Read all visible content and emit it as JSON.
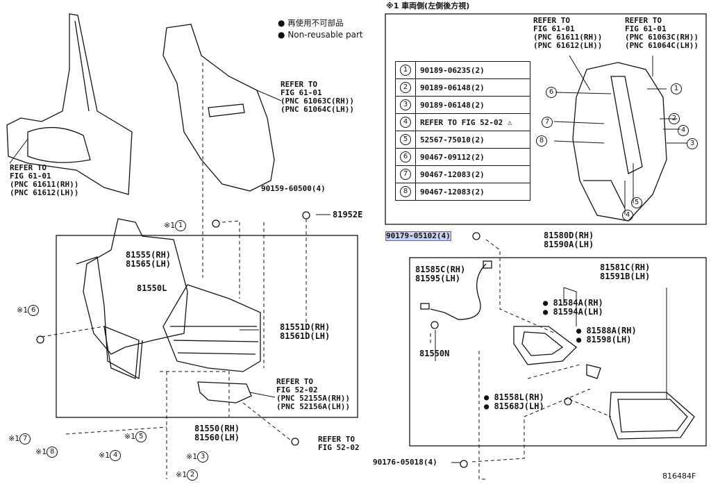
{
  "legend": {
    "bullet_ja": "再使用不可部品",
    "bullet_en": "Non-reusable part"
  },
  "inset": {
    "title": "※1 車両側(左側後方視)",
    "table": [
      {
        "num": "1",
        "value": "90189-06235(2)"
      },
      {
        "num": "2",
        "value": "90189-06148(2)"
      },
      {
        "num": "3",
        "value": "90189-06148(2)"
      },
      {
        "num": "4",
        "value": "REFER TO FIG 52-02"
      },
      {
        "num": "5",
        "value": "52567-75010(2)"
      },
      {
        "num": "6",
        "value": "90467-09112(2)"
      },
      {
        "num": "7",
        "value": "90467-12083(2)"
      },
      {
        "num": "8",
        "value": "90467-12083(2)"
      }
    ],
    "refer_left": [
      "REFER TO",
      "FIG 61-01",
      "(PNC 61611(RH))",
      "(PNC 61612(LH))"
    ],
    "refer_right": [
      "REFER TO",
      "FIG 61-01",
      "(PNC 61063C(RH))",
      "(PNC 61064C(LH))"
    ],
    "callouts": [
      "6",
      "7",
      "8",
      "1",
      "2",
      "4",
      "3",
      "5",
      "4"
    ]
  },
  "top_left_refer": [
    "REFER TO",
    "FIG 61-01",
    "(PNC 61611(RH))",
    "(PNC 61612(LH))"
  ],
  "top_mid_refer": [
    "REFER TO",
    "FIG 61-01",
    "(PNC 61063C(RH))",
    "(PNC 61064C(LH))"
  ],
  "labels": {
    "p90159": "90159-60500(4)",
    "p81952E": "81952E",
    "x1_1": "※1",
    "x1_6": "※1",
    "p81555": "81555(RH)",
    "p81565": "81565(LH)",
    "p81550L": "81550L",
    "p81551D": "81551D(RH)",
    "p81561D": "81561D(LH)",
    "refer_52_02a": [
      "REFER TO",
      "FIG 52-02",
      "(PNC 52155A(RH))",
      "(PNC 52156A(LH))"
    ],
    "p81550": "81550(RH)",
    "p81560": "81560(LH)",
    "refer_52_02b": [
      "REFER TO",
      "FIG 52-02"
    ],
    "x_7": "※1",
    "x_8": "※1",
    "x_5": "※1",
    "x_4": "※1",
    "x_3": "※1",
    "x_2": "※1",
    "p90179": "90179-05102(4)",
    "p81580D": "81580D(RH)",
    "p81590A": "81590A(LH)",
    "p81585C": "81585C(RH)",
    "p81595": "81595(LH)",
    "p81581C": "81581C(RH)",
    "p81591B": "81591B(LH)",
    "p81584A": "81584A(RH)",
    "p81594A": "81594A(LH)",
    "p81588A": "81588A(RH)",
    "p81598": "81598(LH)",
    "p81550N": "81550N",
    "p81558L": "81558L(RH)",
    "p81568J": "81568J(LH)",
    "p90176": "90176-05018(4)",
    "fig_no": "816484F"
  },
  "circled": {
    "c1": "1",
    "c6": "6",
    "c7": "7",
    "c8": "8",
    "c5": "5",
    "c4": "4",
    "c3": "3",
    "c2": "2"
  },
  "icons": [
    "bullet-icon",
    "warning-triangle-icon"
  ]
}
